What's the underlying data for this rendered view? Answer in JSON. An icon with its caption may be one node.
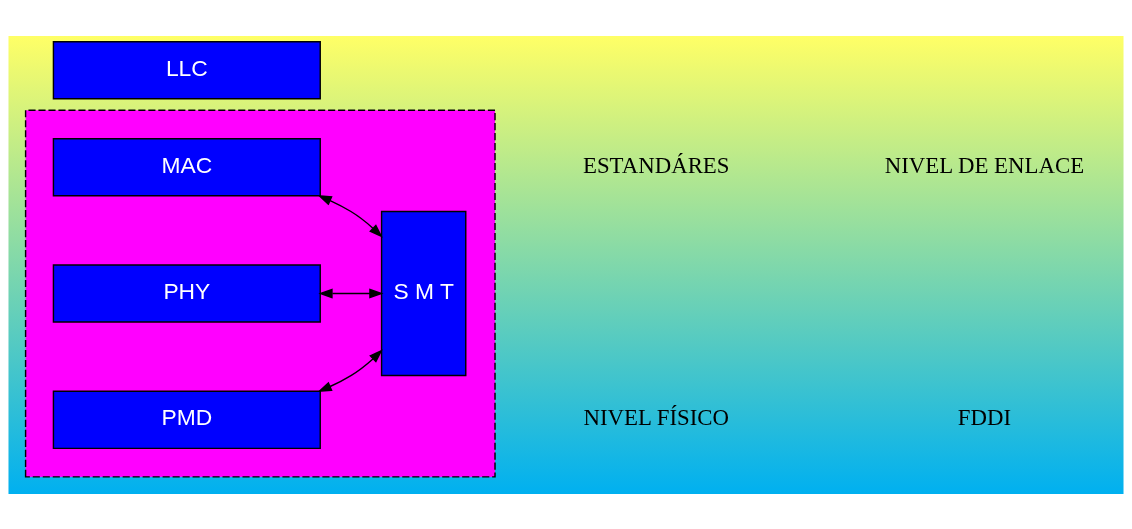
{
  "diagram": {
    "nodes": [
      {
        "text": [
          "LLC"
        ]
      },
      {
        "text": [],
        "shape": "box"
      },
      {
        "text": [
          "MAC"
        ],
        "in": 1
      },
      {
        "text": [
          "PHY"
        ],
        "in": 1
      },
      {
        "text": [
          "PMD"
        ],
        "in": 1
      },
      {
        "text": [
          "S M T"
        ],
        "in": 1
      }
    ],
    "edges": [
      {
        "from": 2,
        "to": 5,
        "arrow": "both"
      },
      {
        "from": 3,
        "to": 5,
        "arrow": "both"
      },
      {
        "from": 4,
        "to": 5,
        "arrow": "both"
      }
    ],
    "labels": [
      "NIVEL DE ENLACE",
      "NIVEL FÍSICO",
      "ESTANDÁRES",
      "FDDI"
    ]
  }
}
